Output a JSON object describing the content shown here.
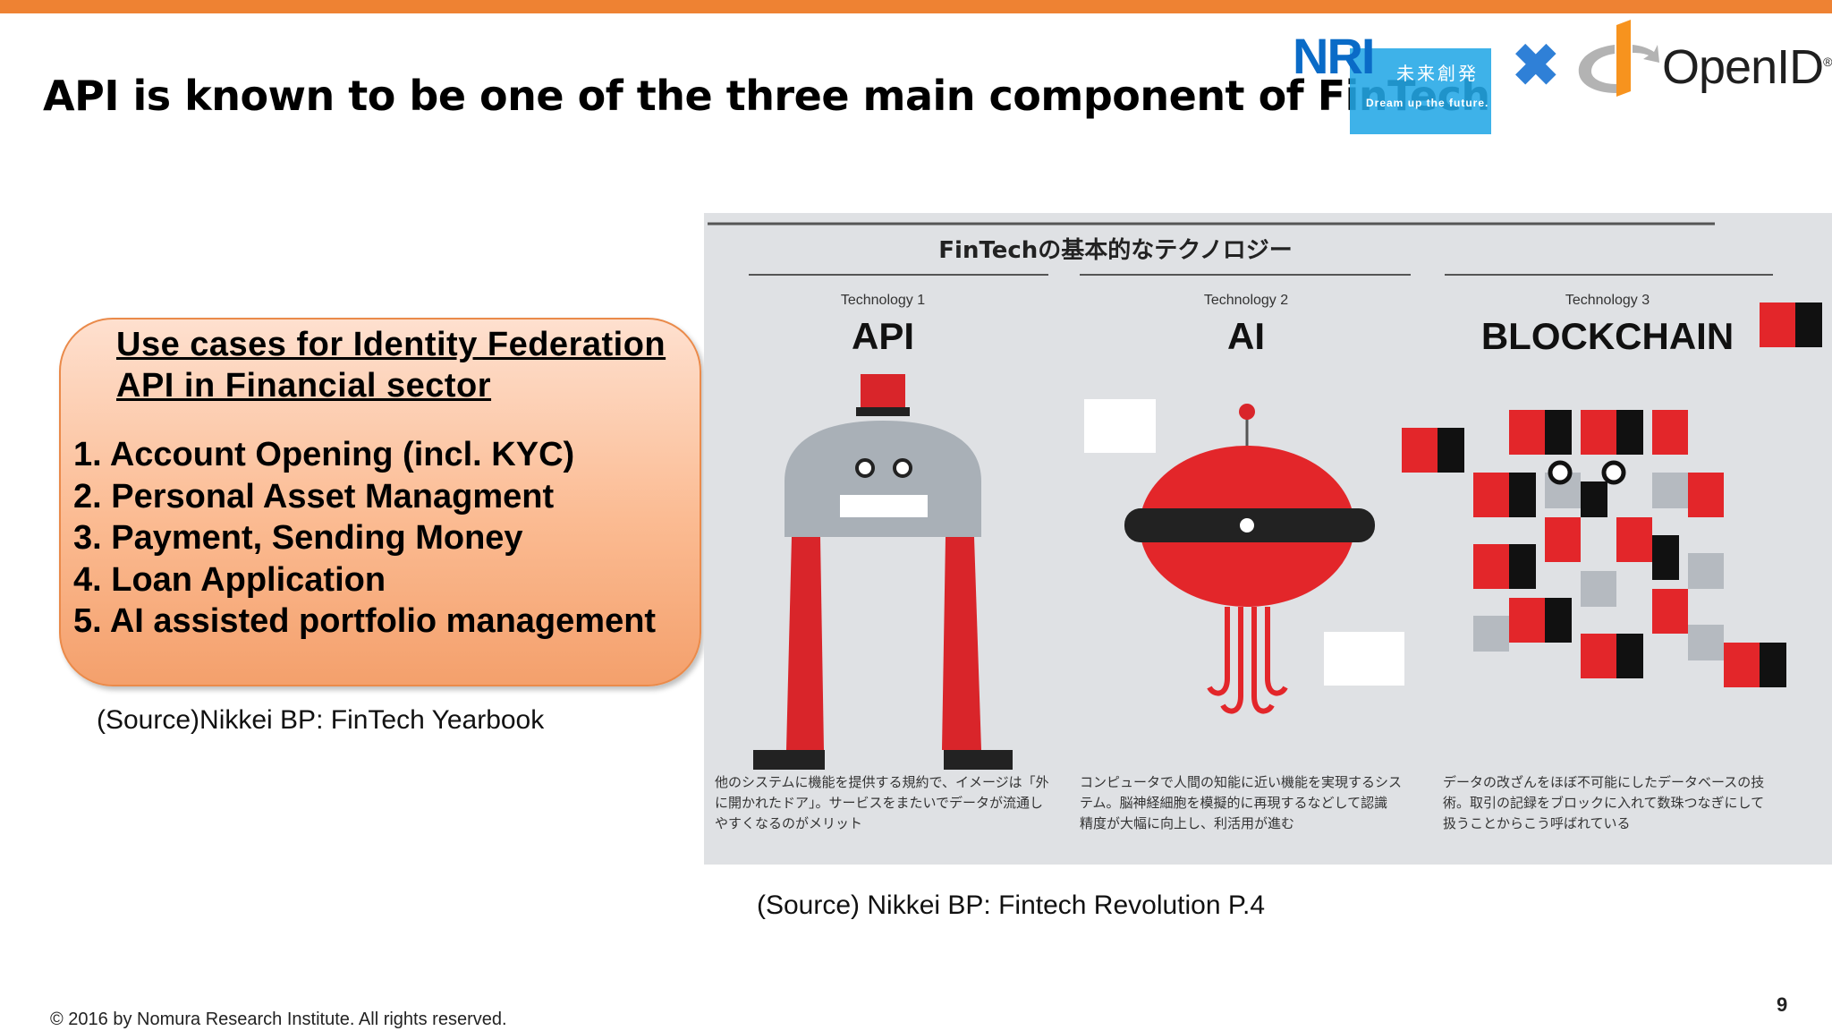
{
  "header": {
    "title": "API is known to be one of the three main component of FinTech",
    "nri_logo": "NRI",
    "nri_tagline": "未来創発",
    "nri_slogan": "Dream up the future.",
    "cross_symbol": "✖",
    "openid_logo": "OpenID",
    "openid_reg": "®"
  },
  "callout": {
    "heading_line1": "Use cases for Identity Federation",
    "heading_line2": "API in Financial sector",
    "items": [
      "1. Account Opening (incl. KYC)",
      "2. Personal Asset Managment",
      "3. Payment, Sending Money",
      "4. Loan Application",
      "5. AI assisted portfolio management"
    ],
    "source": "(Source)Nikkei BP: FinTech Yearbook"
  },
  "figure": {
    "heading": "FinTechの基本的なテクノロジー",
    "columns": [
      {
        "kicker": "Technology 1",
        "name": "API",
        "desc": [
          "他のシステムに機能を提供する規約で、イメージは「外",
          "に開かれたドア」。サービスをまたいでデータが流通し",
          "やすくなるのがメリット"
        ]
      },
      {
        "kicker": "Technology 2",
        "name": "AI",
        "desc": [
          "コンピュータで人間の知能に近い機能を実現するシス",
          "テム。脳神経細胞を模擬的に再現するなどして認識",
          "精度が大幅に向上し、利活用が進む"
        ]
      },
      {
        "kicker": "Technology 3",
        "name": "BLOCKCHAIN",
        "desc": [
          "データの改ざんをほぼ不可能にしたデータベースの技",
          "術。取引の記録をブロックに入れて数珠つなぎにして",
          "扱うことからこう呼ばれている"
        ]
      }
    ],
    "source": "(Source) Nikkei BP: Fintech Revolution P.4"
  },
  "footer": {
    "copyright": "© 2016 by Nomura Research Institute. All rights reserved.",
    "page_number": "9"
  },
  "colors": {
    "accent_orange": "#ee8233",
    "nri_blue": "#0a6bc7",
    "figure_red": "#e3262a"
  }
}
